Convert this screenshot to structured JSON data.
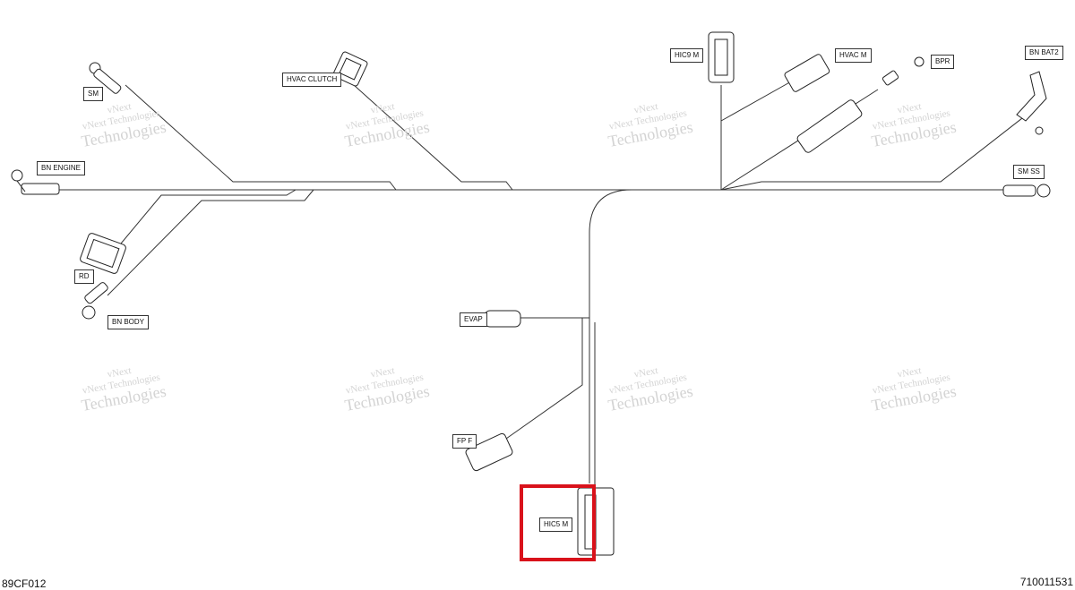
{
  "labels": {
    "sm": "SM",
    "bn_engine": "BN  ENGINE",
    "rd": "RD",
    "bn_body": "BN  BODY",
    "hvac_clutch": "HVAC  CLUTCH",
    "hic9_m": "HIC9  M",
    "hvac_m": "HVAC  M",
    "bpr": "BPR",
    "bn_bat2": "BN  BAT2",
    "sm_ss": "SM  SS",
    "evap": "EVAP",
    "fp_f": "FP  F",
    "hic5_m": "HIC5  M"
  },
  "watermark": {
    "line1": "vNext",
    "line2": "vNext Technologies",
    "line3": "Technologies"
  },
  "footer": {
    "left_code": "89CF012",
    "right_code": "710011531"
  },
  "colors": {
    "wire": "#333333",
    "highlight": "#d9121b",
    "watermark": "#d3d3d3"
  }
}
